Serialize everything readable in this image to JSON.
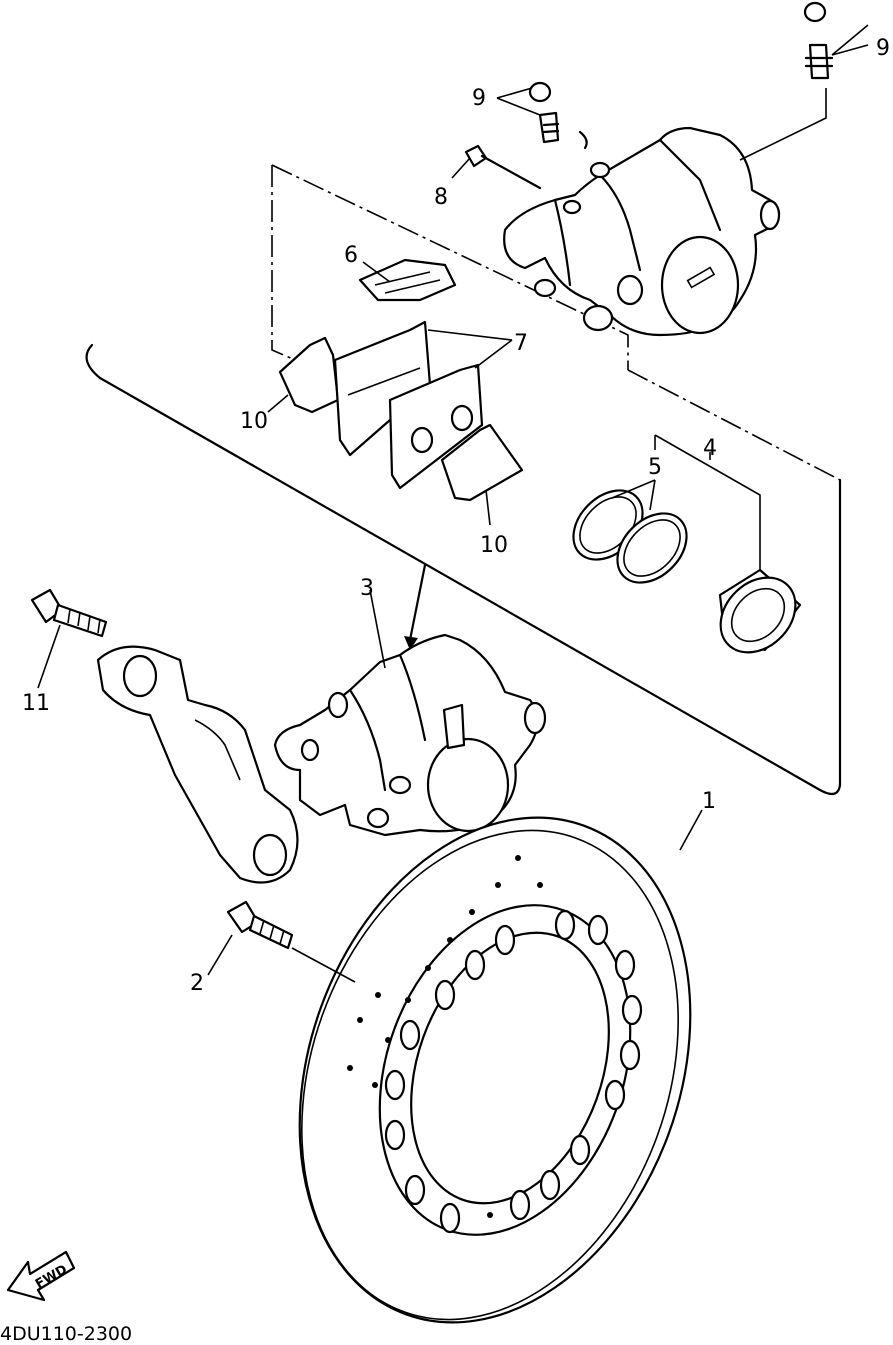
{
  "diagram": {
    "callouts": {
      "c1": "1",
      "c2": "2",
      "c3": "3",
      "c4": "4",
      "c5": "5",
      "c6": "6",
      "c7": "7",
      "c8": "8",
      "c9a": "9",
      "c9b": "9",
      "c10a": "10",
      "c10b": "10",
      "c11": "11"
    },
    "fwd_label": "FWD",
    "diagram_code": "4DU110-2300"
  }
}
